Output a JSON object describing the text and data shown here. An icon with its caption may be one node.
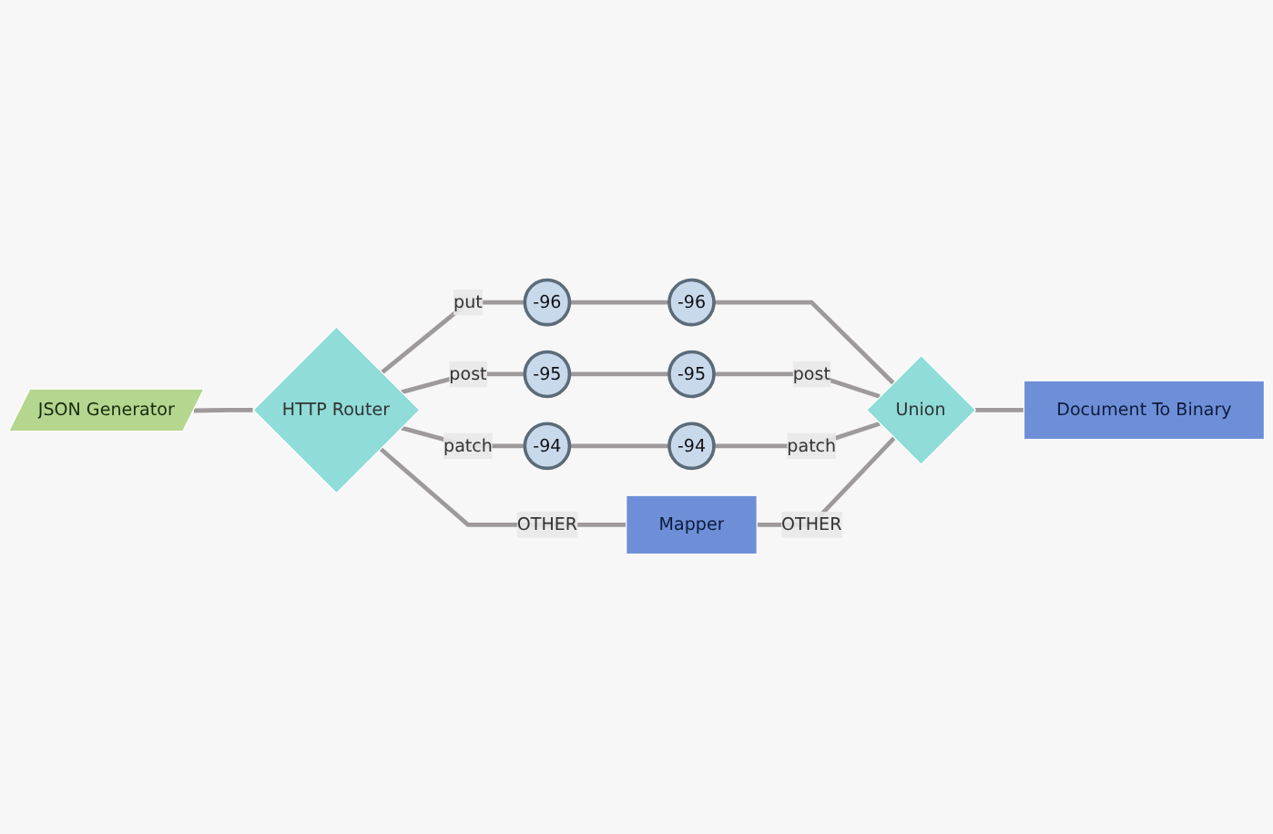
{
  "diagram": {
    "nodes": [
      {
        "text": [
          "JSON Generator"
        ]
      },
      {
        "text": [
          "HTTP Router"
        ]
      },
      {
        "text": [
          "-96"
        ]
      },
      {
        "text": [
          "-95"
        ]
      },
      {
        "text": [
          "-94"
        ]
      },
      {
        "text": [
          "Mapper"
        ]
      },
      {
        "text": [
          "-96"
        ]
      },
      {
        "text": [
          "-95"
        ]
      },
      {
        "text": [
          "-94"
        ]
      },
      {
        "text": [
          "Union"
        ]
      },
      {
        "text": [
          "Document To Binary"
        ]
      }
    ],
    "edges": [
      {
        "from": 0,
        "to": 1,
        "arrow": "none"
      },
      {
        "from": 1,
        "to": 2,
        "arrow": "none",
        "label": "put"
      },
      {
        "from": 1,
        "to": 3,
        "arrow": "none",
        "label": "post"
      },
      {
        "from": 1,
        "to": 4,
        "arrow": "none",
        "label": "patch"
      },
      {
        "from": 1,
        "to": 5,
        "arrow": "none",
        "label": "OTHER"
      },
      {
        "from": 2,
        "to": 6,
        "arrow": "none"
      },
      {
        "from": 3,
        "to": 7,
        "arrow": "none"
      },
      {
        "from": 4,
        "to": 8,
        "arrow": "none"
      },
      {
        "from": 6,
        "to": 9,
        "arrow": "none"
      },
      {
        "from": 7,
        "to": 9,
        "arrow": "none",
        "label": "post"
      },
      {
        "from": 8,
        "to": 9,
        "arrow": "none",
        "label": "patch"
      },
      {
        "from": 5,
        "to": 9,
        "arrow": "none",
        "label": "OTHER"
      },
      {
        "from": 9,
        "to": 10,
        "arrow": "none"
      }
    ]
  }
}
